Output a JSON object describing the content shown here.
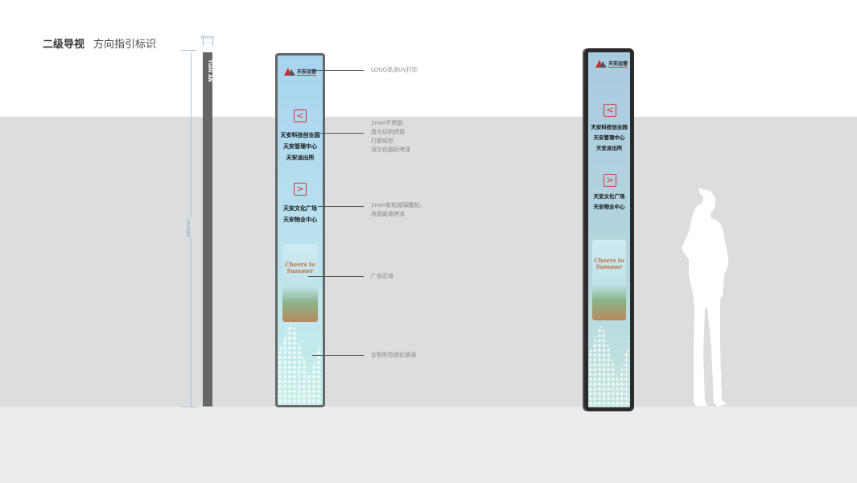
{
  "header": {
    "title": "二级导视",
    "subtitle": "方向指引标识"
  },
  "dimensions": {
    "width": "80mm",
    "height": "2850mm"
  },
  "pole_label": "TIAN AN",
  "sign": {
    "logo_text": "天安运营",
    "left_arrow": "<",
    "left_destinations": [
      "天安科技创业园",
      "天安管理中心",
      "天安派出所"
    ],
    "right_arrow": ">",
    "right_destinations": [
      "天安文化广场",
      "天安物业中心"
    ],
    "ad_text": "Cheers to Summer"
  },
  "callouts": [
    {
      "lines": [
        "LOGO高清UV打印"
      ]
    },
    {
      "lines": [
        "2mm不锈钢",
        "激光切割焊接",
        "打磨成型",
        "深灰色磨砂烤漆"
      ]
    },
    {
      "lines": [
        "2mm有机玻璃雕刻，",
        "表面氟碳烤漆"
      ]
    },
    {
      "lines": [
        "广告区域"
      ]
    },
    {
      "lines": [
        "定制彩色钢化玻璃"
      ]
    }
  ],
  "colors": {
    "accent": "#e03030",
    "frame": "#666666",
    "background": "#dcdddd"
  }
}
